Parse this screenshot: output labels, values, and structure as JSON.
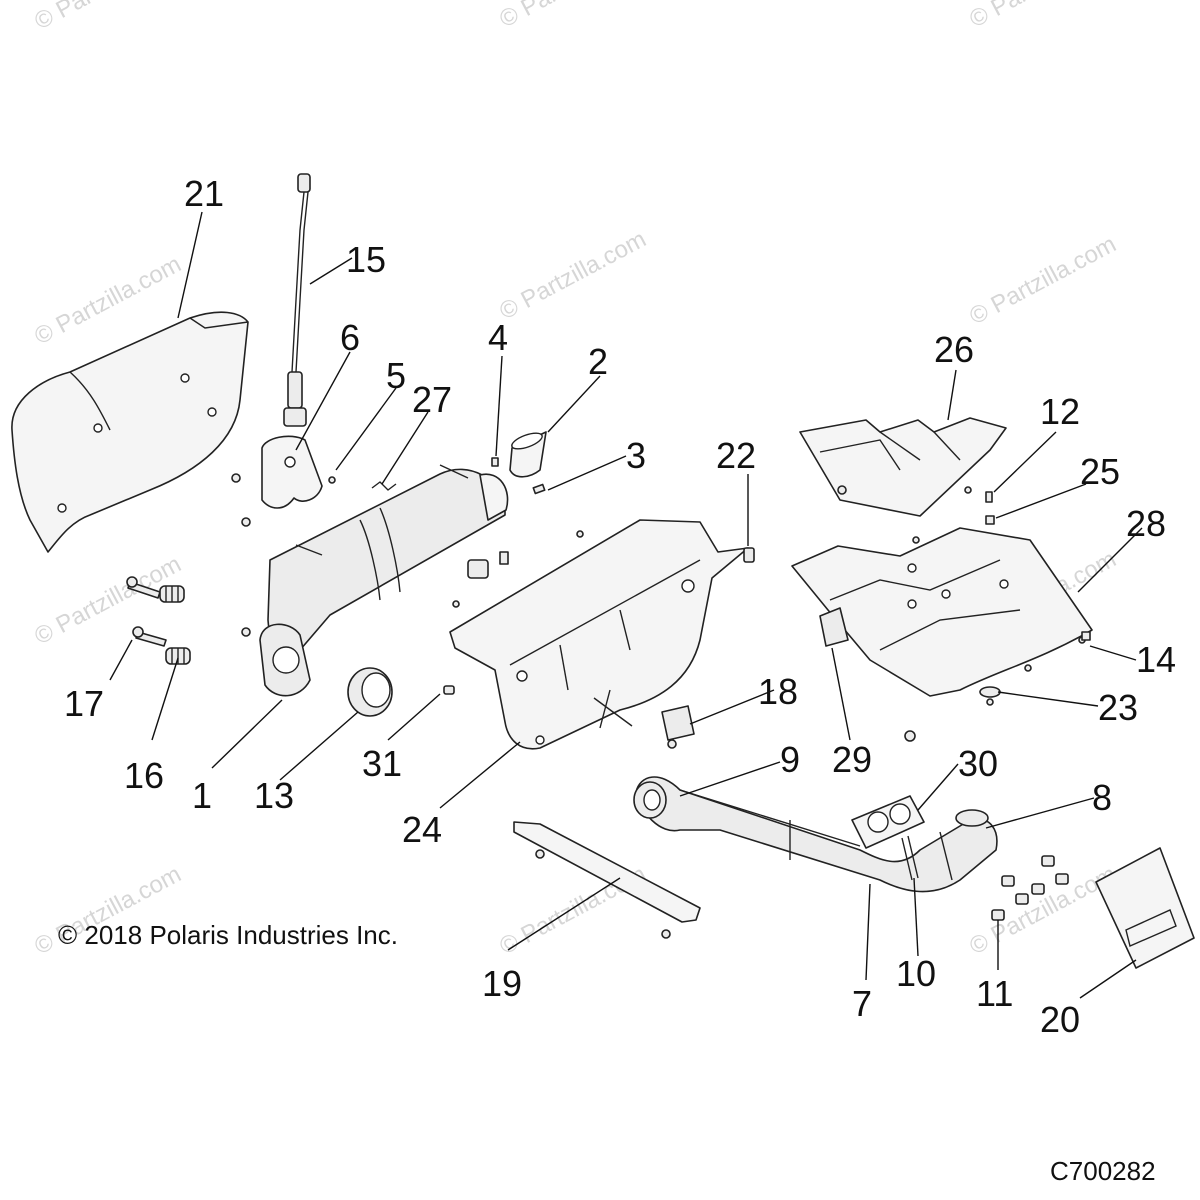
{
  "diagram": {
    "watermark_text": "© Partzilla.com",
    "copyright": "© 2018 Polaris Industries Inc.",
    "drawing_code": "C700282",
    "callouts": [
      "1",
      "2",
      "3",
      "4",
      "5",
      "6",
      "7",
      "8",
      "9",
      "10",
      "11",
      "12",
      "13",
      "14",
      "15",
      "16",
      "17",
      "18",
      "19",
      "20",
      "21",
      "22",
      "23",
      "24",
      "25",
      "26",
      "27",
      "28",
      "29",
      "30",
      "31"
    ]
  }
}
